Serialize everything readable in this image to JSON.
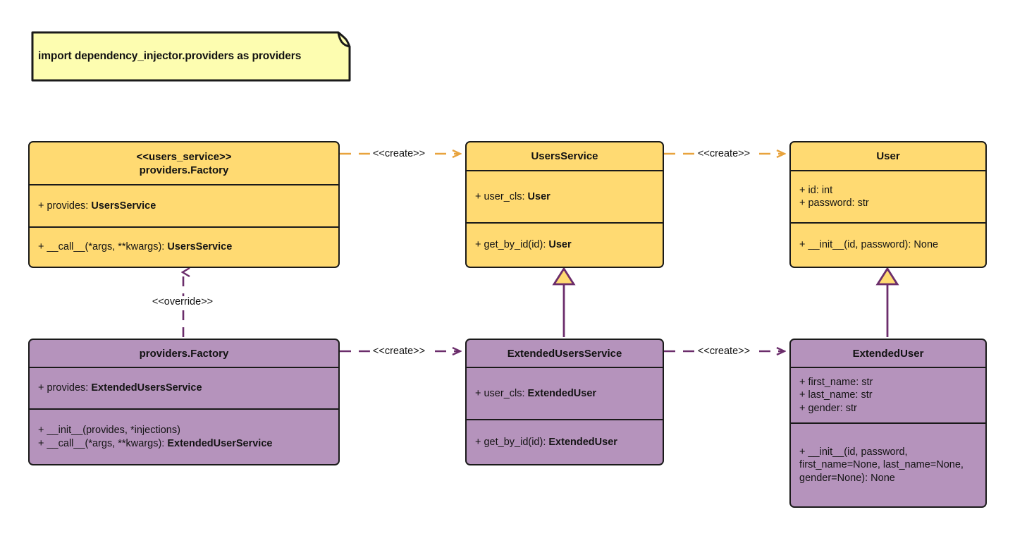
{
  "diagram": {
    "type": "uml-class-diagram",
    "background": "#ffffff",
    "colors": {
      "yellow_fill": "#FFDA72",
      "purple_fill": "#B593BC",
      "yellow_edge": "#E8A33D",
      "purple_edge": "#6B2D6B",
      "note_fill": "#FDFDB0",
      "outline": "#1a1a1a"
    }
  },
  "note": {
    "text": "import dependency_injector.providers as providers"
  },
  "classes": {
    "users_service_factory": {
      "header_lines": [
        "<<users_service>>",
        "providers.Factory"
      ],
      "attributes": [
        {
          "plain": "+ provides: ",
          "bold": "UsersService"
        }
      ],
      "methods": [
        {
          "plain": "+ __call__(*args, **kwargs): ",
          "bold": "UsersService"
        }
      ]
    },
    "users_service": {
      "header_lines": [
        "UsersService"
      ],
      "attributes": [
        {
          "plain": "+ user_cls: ",
          "bold": "User"
        }
      ],
      "methods": [
        {
          "plain": "+ get_by_id(id): ",
          "bold": "User"
        }
      ]
    },
    "user": {
      "header_lines": [
        "User"
      ],
      "attributes": [
        {
          "plain": "+ id: int",
          "bold": ""
        },
        {
          "plain": "+ password: str",
          "bold": ""
        }
      ],
      "methods": [
        {
          "plain": "+ __init__(id, password): None",
          "bold": ""
        }
      ]
    },
    "providers_factory": {
      "header_lines": [
        "providers.Factory"
      ],
      "attributes": [
        {
          "plain": "+ provides: ",
          "bold": "ExtendedUsersService"
        }
      ],
      "methods": [
        {
          "plain": "+ __init__(provides, *injections)",
          "bold": ""
        },
        {
          "plain": "+ __call__(*args, **kwargs): ",
          "bold": "ExtendedUserService"
        }
      ]
    },
    "extended_users_service": {
      "header_lines": [
        "ExtendedUsersService"
      ],
      "attributes": [
        {
          "plain": "+ user_cls: ",
          "bold": "ExtendedUser"
        }
      ],
      "methods": [
        {
          "plain": "+ get_by_id(id): ",
          "bold": "ExtendedUser"
        }
      ]
    },
    "extended_user": {
      "header_lines": [
        "ExtendedUser"
      ],
      "attributes": [
        {
          "plain": "+ first_name: str",
          "bold": ""
        },
        {
          "plain": "+ last_name: str",
          "bold": ""
        },
        {
          "plain": "+ gender: str",
          "bold": ""
        }
      ],
      "methods": [
        {
          "plain": "+ __init__(id, password, first_name=None, last_name=None, gender=None): None",
          "bold": ""
        }
      ]
    }
  },
  "edges": [
    {
      "id": "create-top-left",
      "label": "<<create>>",
      "style": "dashed",
      "arrow": "open",
      "color": "#E8A33D",
      "from": "users_service_factory",
      "to": "users_service"
    },
    {
      "id": "create-top-right",
      "label": "<<create>>",
      "style": "dashed",
      "arrow": "open",
      "color": "#E8A33D",
      "from": "users_service",
      "to": "user"
    },
    {
      "id": "create-bottom-left",
      "label": "<<create>>",
      "style": "dashed",
      "arrow": "open",
      "color": "#6B2D6B",
      "from": "providers_factory",
      "to": "extended_users_service"
    },
    {
      "id": "create-bottom-right",
      "label": "<<create>>",
      "style": "dashed",
      "arrow": "open",
      "color": "#6B2D6B",
      "from": "extended_users_service",
      "to": "extended_user"
    },
    {
      "id": "override",
      "label": "<<override>>",
      "style": "dashed",
      "arrow": "open",
      "color": "#6B2D6B",
      "from": "providers_factory",
      "to": "users_service_factory"
    },
    {
      "id": "generalization-service",
      "label": "",
      "style": "solid",
      "arrow": "hollow-triangle",
      "color": "#6B2D6B",
      "from": "extended_users_service",
      "to": "users_service"
    },
    {
      "id": "generalization-user",
      "label": "",
      "style": "solid",
      "arrow": "hollow-triangle",
      "color": "#6B2D6B",
      "from": "extended_user",
      "to": "user"
    }
  ]
}
